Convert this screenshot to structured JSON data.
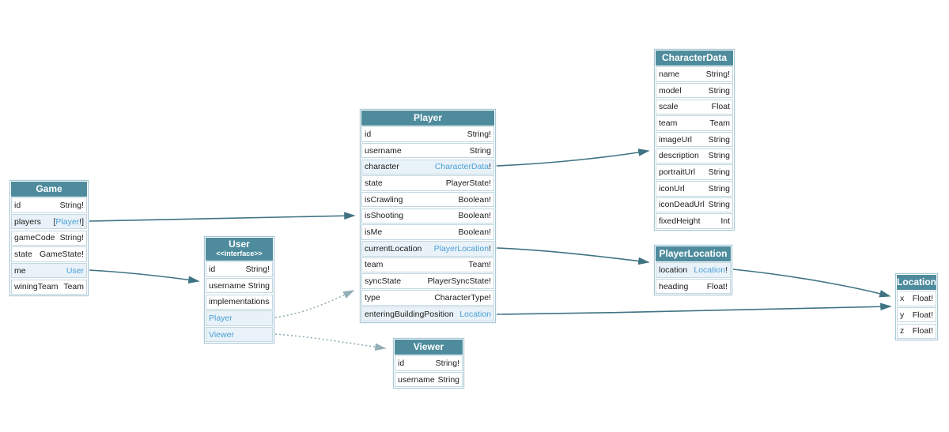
{
  "diagram": {
    "kind": "schema-entity-relationship",
    "colors": {
      "header": "#4e8c9d",
      "link": "#4aa0d8",
      "edge": "#3f7383",
      "dotted_edge": "#93afb8",
      "border": "#a9c8d6",
      "highlight_row": "#e9f2f8"
    }
  },
  "entities": {
    "game": {
      "title": "Game",
      "rows": [
        {
          "name": "id",
          "parts": [
            {
              "t": "String!"
            }
          ]
        },
        {
          "name": "players",
          "parts": [
            {
              "t": "["
            },
            {
              "t": "Player",
              "link": true
            },
            {
              "t": "!]"
            }
          ]
        },
        {
          "name": "gameCode",
          "parts": [
            {
              "t": "String!"
            }
          ]
        },
        {
          "name": "state",
          "parts": [
            {
              "t": "GameState!"
            }
          ]
        },
        {
          "name": "me",
          "parts": [
            {
              "t": "User",
              "link": true
            }
          ]
        },
        {
          "name": "winingTeam",
          "parts": [
            {
              "t": "Team"
            }
          ]
        }
      ]
    },
    "user": {
      "title": "User",
      "subtitle": "<<interface>>",
      "rows": [
        {
          "name": "id",
          "parts": [
            {
              "t": "String!"
            }
          ]
        },
        {
          "name": "username",
          "parts": [
            {
              "t": "String"
            }
          ]
        },
        {
          "label": "implementations"
        },
        {
          "label": "Player",
          "link": true
        },
        {
          "label": "Viewer",
          "link": true
        }
      ]
    },
    "player": {
      "title": "Player",
      "rows": [
        {
          "name": "id",
          "parts": [
            {
              "t": "String!"
            }
          ]
        },
        {
          "name": "username",
          "parts": [
            {
              "t": "String"
            }
          ]
        },
        {
          "name": "character",
          "parts": [
            {
              "t": "CharacterData",
              "link": true
            },
            {
              "t": "!"
            }
          ]
        },
        {
          "name": "state",
          "parts": [
            {
              "t": "PlayerState!"
            }
          ]
        },
        {
          "name": "isCrawling",
          "parts": [
            {
              "t": "Boolean!"
            }
          ]
        },
        {
          "name": "isShooting",
          "parts": [
            {
              "t": "Boolean!"
            }
          ]
        },
        {
          "name": "isMe",
          "parts": [
            {
              "t": "Boolean!"
            }
          ]
        },
        {
          "name": "currentLocation",
          "parts": [
            {
              "t": "PlayerLocation",
              "link": true
            },
            {
              "t": "!"
            }
          ]
        },
        {
          "name": "team",
          "parts": [
            {
              "t": "Team!"
            }
          ]
        },
        {
          "name": "syncState",
          "parts": [
            {
              "t": "PlayerSyncState!"
            }
          ]
        },
        {
          "name": "type",
          "parts": [
            {
              "t": "CharacterType!"
            }
          ]
        },
        {
          "name": "enteringBuildingPosition",
          "parts": [
            {
              "t": "Location",
              "link": true
            }
          ]
        }
      ]
    },
    "characterData": {
      "title": "CharacterData",
      "rows": [
        {
          "name": "name",
          "parts": [
            {
              "t": "String!"
            }
          ]
        },
        {
          "name": "model",
          "parts": [
            {
              "t": "String"
            }
          ]
        },
        {
          "name": "scale",
          "parts": [
            {
              "t": "Float"
            }
          ]
        },
        {
          "name": "team",
          "parts": [
            {
              "t": "Team"
            }
          ]
        },
        {
          "name": "imageUrl",
          "parts": [
            {
              "t": "String"
            }
          ]
        },
        {
          "name": "description",
          "parts": [
            {
              "t": "String"
            }
          ]
        },
        {
          "name": "portraitUrl",
          "parts": [
            {
              "t": "String"
            }
          ]
        },
        {
          "name": "iconUrl",
          "parts": [
            {
              "t": "String"
            }
          ]
        },
        {
          "name": "iconDeadUrl",
          "parts": [
            {
              "t": "String"
            }
          ]
        },
        {
          "name": "fixedHeight",
          "parts": [
            {
              "t": "Int"
            }
          ]
        }
      ]
    },
    "playerLocation": {
      "title": "PlayerLocation",
      "rows": [
        {
          "name": "location",
          "parts": [
            {
              "t": "Location",
              "link": true
            },
            {
              "t": "!"
            }
          ]
        },
        {
          "name": "heading",
          "parts": [
            {
              "t": "Float!"
            }
          ]
        }
      ]
    },
    "location": {
      "title": "Location",
      "rows": [
        {
          "name": "x",
          "parts": [
            {
              "t": "Float!"
            }
          ]
        },
        {
          "name": "y",
          "parts": [
            {
              "t": "Float!"
            }
          ]
        },
        {
          "name": "z",
          "parts": [
            {
              "t": "Float!"
            }
          ]
        }
      ]
    },
    "viewer": {
      "title": "Viewer",
      "rows": [
        {
          "name": "id",
          "parts": [
            {
              "t": "String!"
            }
          ]
        },
        {
          "name": "username",
          "parts": [
            {
              "t": "String"
            }
          ]
        }
      ]
    }
  },
  "edges": [
    {
      "id": "edge-game-players-to-player",
      "from": "Game.players",
      "to": "Player",
      "style": "solid"
    },
    {
      "id": "edge-game-me-to-user",
      "from": "Game.me",
      "to": "User",
      "style": "solid"
    },
    {
      "id": "edge-player-character-to-characterdata",
      "from": "Player.character",
      "to": "CharacterData",
      "style": "solid"
    },
    {
      "id": "edge-player-currentlocation-to-playerlocation",
      "from": "Player.currentLocation",
      "to": "PlayerLocation",
      "style": "solid"
    },
    {
      "id": "edge-player-enteringbuildingposition-to-location",
      "from": "Player.enteringBuildingPosition",
      "to": "Location",
      "style": "solid"
    },
    {
      "id": "edge-playerlocation-location-to-location",
      "from": "PlayerLocation.location",
      "to": "Location",
      "style": "solid"
    },
    {
      "id": "edge-user-player-implementation",
      "from": "User.Player",
      "to": "Player",
      "style": "dotted"
    },
    {
      "id": "edge-user-viewer-implementation",
      "from": "User.Viewer",
      "to": "Viewer",
      "style": "dotted"
    }
  ]
}
